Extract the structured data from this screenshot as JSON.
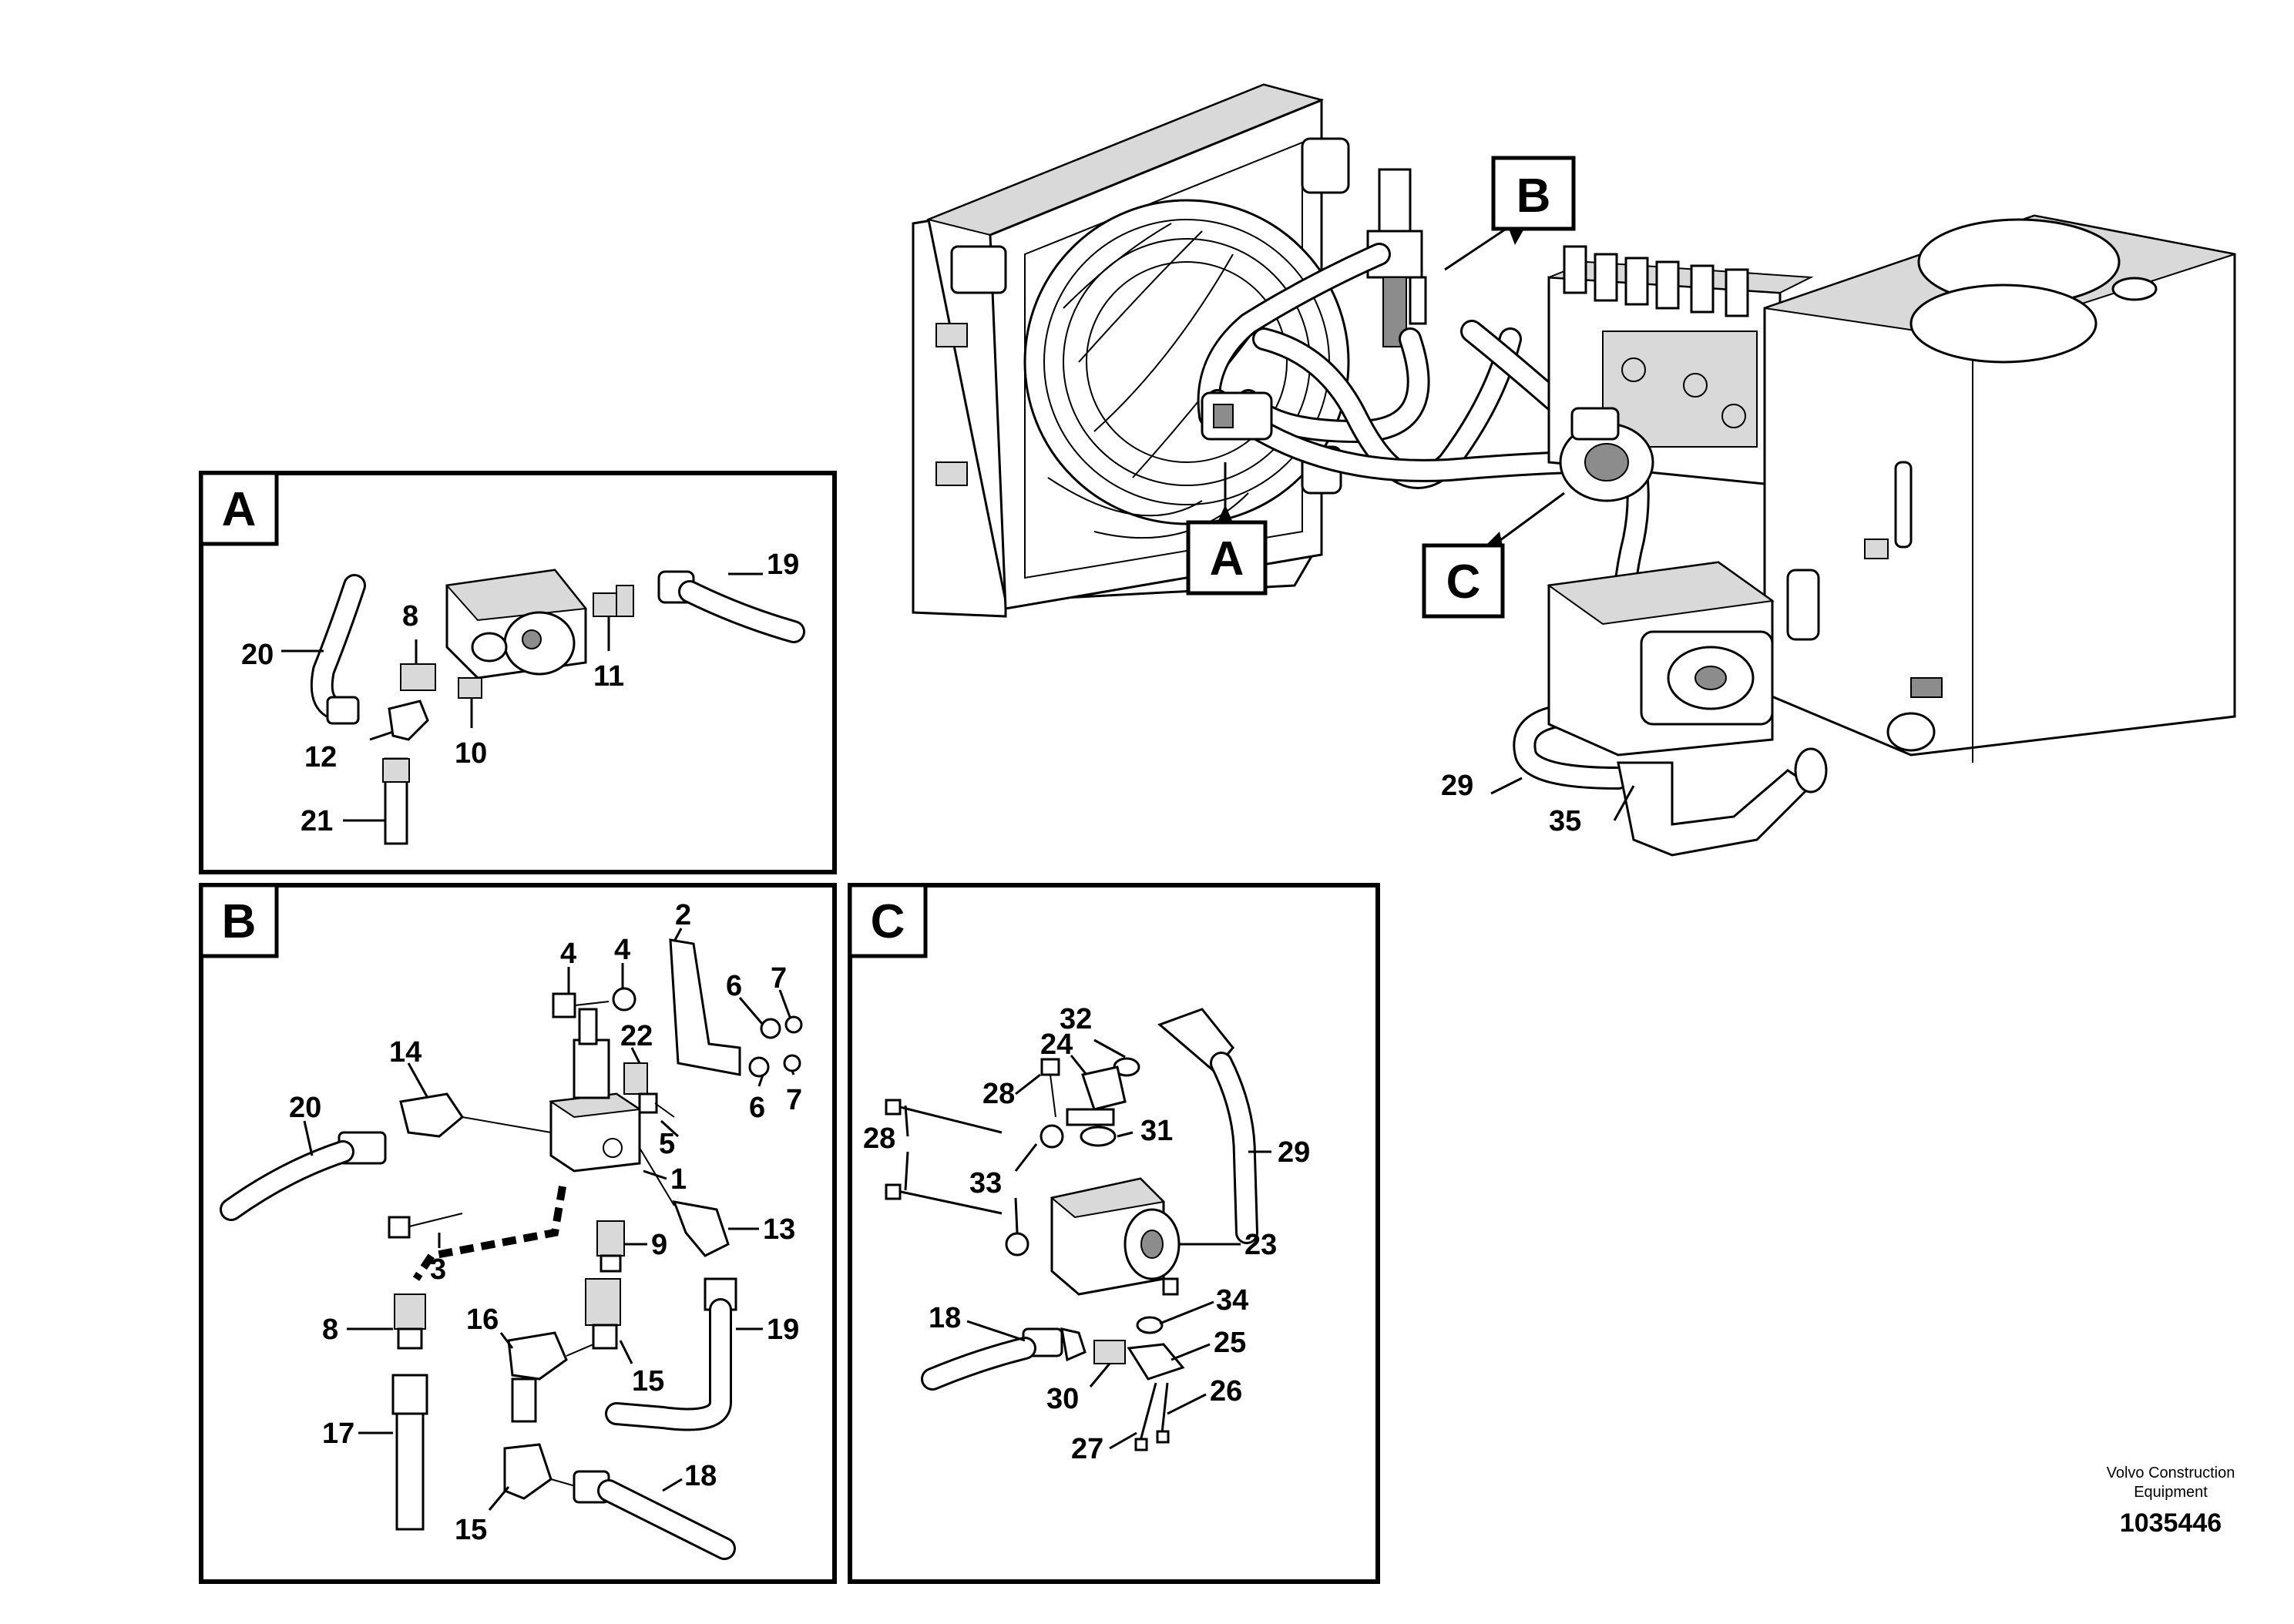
{
  "overview": {
    "detail_refs": [
      "A",
      "B",
      "C"
    ],
    "callouts": [
      "29",
      "35"
    ]
  },
  "detail_A": {
    "label": "A",
    "callouts": [
      "8",
      "19",
      "20",
      "11",
      "12",
      "10",
      "21"
    ]
  },
  "detail_B": {
    "label": "B",
    "callouts": [
      "2",
      "4",
      "4",
      "6",
      "7",
      "22",
      "14",
      "20",
      "5",
      "6",
      "7",
      "1",
      "3",
      "13",
      "9",
      "8",
      "16",
      "19",
      "15",
      "17",
      "18",
      "15"
    ]
  },
  "detail_C": {
    "label": "C",
    "callouts": [
      "32",
      "24",
      "28",
      "28",
      "31",
      "29",
      "33",
      "23",
      "18",
      "34",
      "25",
      "30",
      "26",
      "27"
    ]
  },
  "footer": {
    "brand_line1": "Volvo Construction",
    "brand_line2": "Equipment",
    "doc_number": "1035446"
  }
}
